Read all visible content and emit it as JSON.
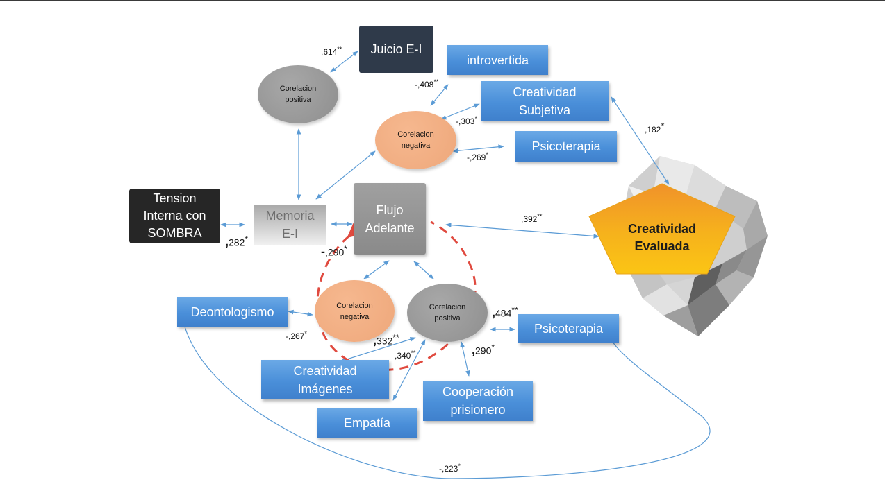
{
  "nodes": {
    "juicio": "Juicio E-I",
    "introvertida": "introvertida",
    "creatividad_subjetiva_1": "Creatividad",
    "creatividad_subjetiva_2": "Subjetiva",
    "psicoterapia_top": "Psicoterapia",
    "tension_1": "Tension",
    "tension_2": "Interna con",
    "tension_3": "SOMBRA",
    "memoria_1": "Memoria",
    "memoria_2": "E-I",
    "flujo_1": "Flujo",
    "flujo_2": "Adelante",
    "creatividad_evaluada_1": "Creatividad",
    "creatividad_evaluada_2": "Evaluada",
    "deontologismo": "Deontologismo",
    "psicoterapia_bottom": "Psicoterapia",
    "creatividad_imagenes_1": "Creatividad",
    "creatividad_imagenes_2": "Imágenes",
    "empatia": "Empatía",
    "cooperacion_1": "Cooperación",
    "cooperacion_2": "prisionero"
  },
  "ellipses": {
    "positiva_top_1": "Corelacion",
    "positiva_top_2": "positiva",
    "negativa_top_1": "Corelacion",
    "negativa_top_2": "negativa",
    "negativa_bottom_1": "Corelacion",
    "negativa_bottom_2": "negativa",
    "positiva_bottom_1": "Corelacion",
    "positiva_bottom_2": "positiva"
  },
  "coefficients": {
    "c614": ",614",
    "c614_sig": "**",
    "c408": "-,408",
    "c408_sig": "**",
    "c303": "-,303",
    "c303_sig": "*",
    "c269": "-,269",
    "c269_sig": "*",
    "c182": ",182",
    "c182_sig": "*",
    "c282_lead": ",",
    "c282": "282",
    "c282_sig": "*",
    "c290a_lead": "-",
    "c290a": ",290",
    "c290a_sig": "*",
    "c392": ",392",
    "c392_sig": "**",
    "c484_lead": ",",
    "c484": "484",
    "c484_sig": "**",
    "c267": "-,267",
    "c267_sig": "*",
    "c332_lead": ",",
    "c332": "332",
    "c332_sig": "**",
    "c340": ",340",
    "c340_sig": "**",
    "c290b_lead": ",",
    "c290b": "290",
    "c290b_sig": "*",
    "c223": "-,223",
    "c223_sig": "*"
  },
  "colors": {
    "blue_box": "#4a8fd9",
    "arrow": "#5b9bd5",
    "dashed": "#e04a3f",
    "orange_ellipse": "#f2ae80",
    "gray_ellipse": "#9a9a9a",
    "pentagon": "#f5b31a"
  }
}
